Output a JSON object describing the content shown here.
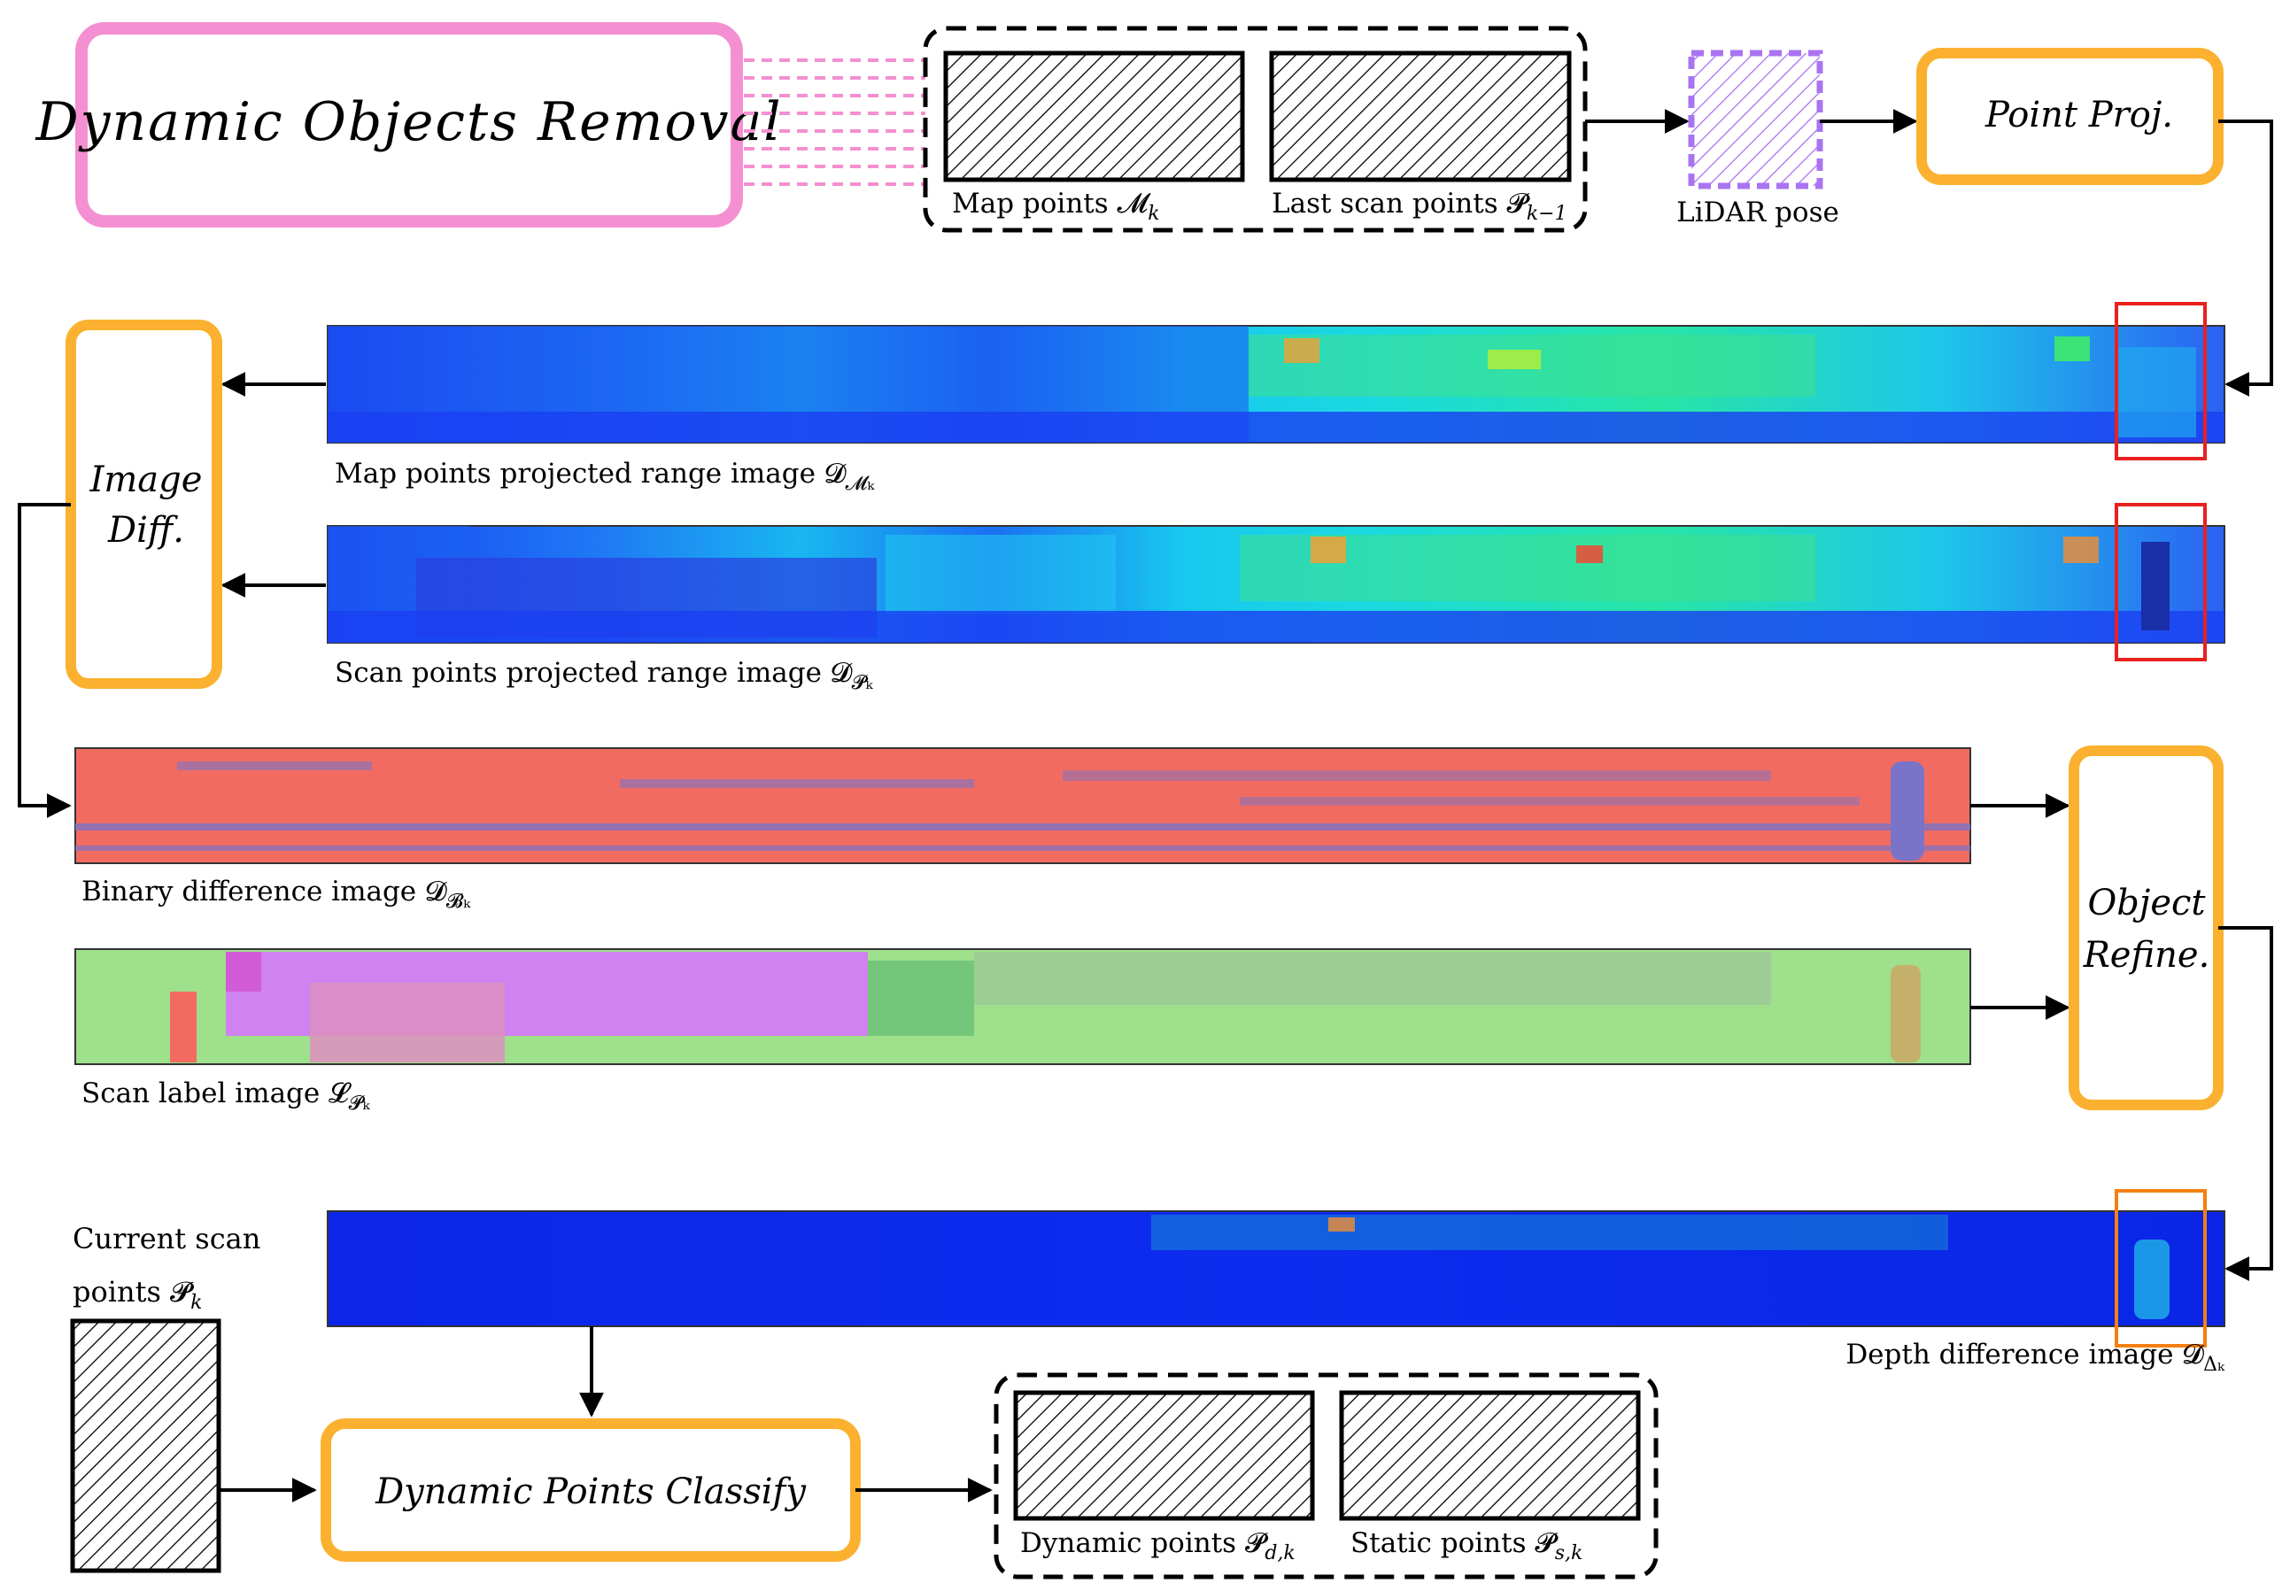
{
  "diagram": {
    "title": "Dynamic Objects Removal",
    "colors": {
      "title_border": "#f48fd1",
      "module_border": "#fbb12f",
      "lidar_pose": "#a974f2",
      "highlight_red": "#e8211f",
      "highlight_orange": "#f47f12",
      "range_image_base": "#1a3cf0",
      "binary_base": "#f26b61",
      "binary_dynamic": "#7a74c8",
      "label_base": "#9ee08c",
      "label_region": "#cf82f0"
    },
    "inputs": {
      "map_points": "Map points 𝓜",
      "map_points_sub": "k",
      "last_scan": "Last scan points 𝓟",
      "last_scan_sub": "k−1",
      "lidar_pose": "LiDAR pose"
    },
    "modules": {
      "point_proj": "Point Proj.",
      "image_diff_1": "Image",
      "image_diff_2": "Diff.",
      "object_refine_1": "Object",
      "object_refine_2": "Refine.",
      "classify": "Dynamic Points Classify"
    },
    "images": {
      "map_range": "Map points projected range image 𝓓",
      "map_range_sub": "𝓜ₖ",
      "scan_range": "Scan points projected range image 𝓓",
      "scan_range_sub": "𝓟ₖ",
      "binary": "Binary difference image 𝓓",
      "binary_sub": "𝓑ₖ",
      "label": "Scan label image 𝓛",
      "label_sub": "𝓟ₖ",
      "depth_diff": "Depth difference image 𝓓",
      "depth_diff_sub": "Δₖ"
    },
    "current_scan": {
      "line1": "Current scan",
      "line2": "points 𝓟",
      "line2_sub": "k"
    },
    "outputs": {
      "dynamic": "Dynamic points 𝓟",
      "dynamic_sub": "d,k",
      "static": "Static points 𝓟",
      "static_sub": "s,k"
    }
  }
}
